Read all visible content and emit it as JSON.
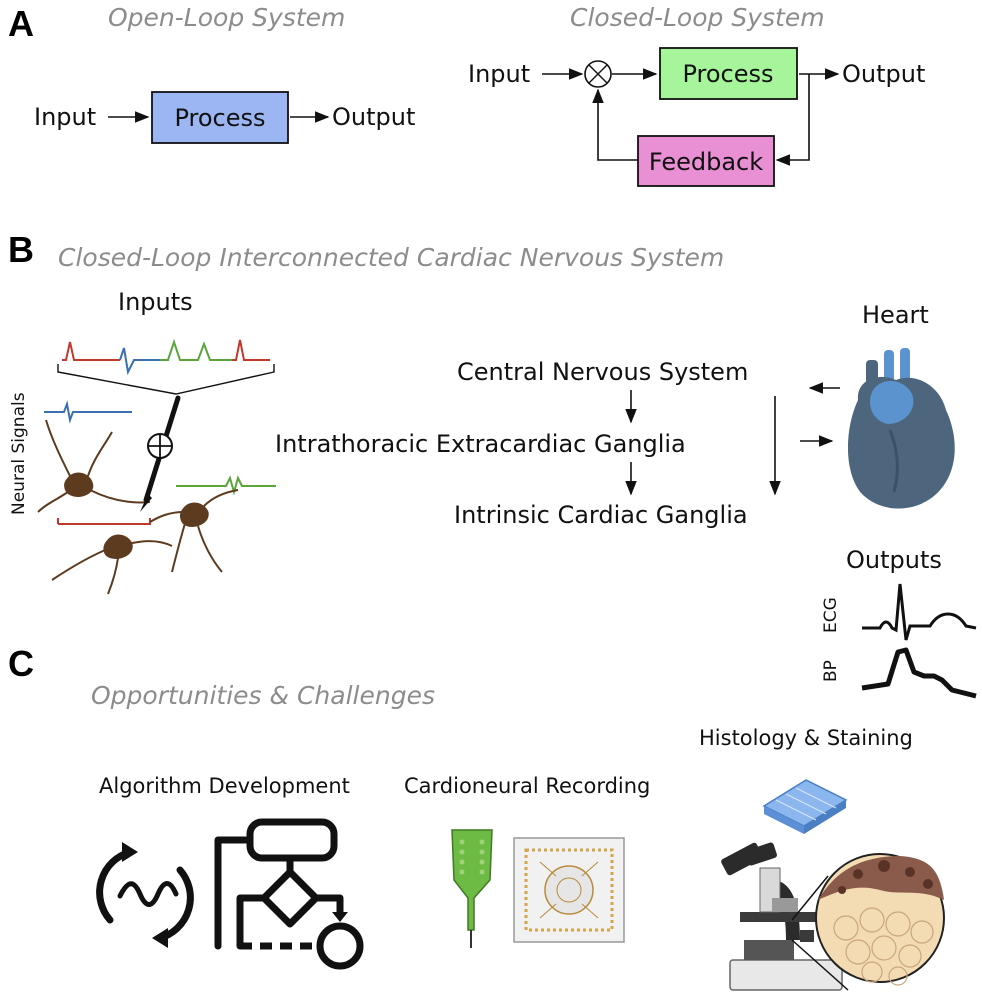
{
  "panels": {
    "a": {
      "letter": "A"
    },
    "b": {
      "letter": "B"
    },
    "c": {
      "letter": "C"
    }
  },
  "open_loop": {
    "title": "Open-Loop System",
    "input": "Input",
    "process": "Process",
    "output": "Output"
  },
  "closed_loop": {
    "title": "Closed-Loop System",
    "input": "Input",
    "process": "Process",
    "output": "Output",
    "feedback": "Feedback"
  },
  "cardiac": {
    "title": "Closed-Loop Interconnected Cardiac Nervous System",
    "inputs": "Inputs",
    "neural_signals": "Neural Signals",
    "cns": "Central Nervous System",
    "iceg": "Intrathoracic Extracardiac Ganglia",
    "icg": "Intrinsic Cardiac Ganglia",
    "heart": "Heart",
    "outputs": "Outputs",
    "ecg": "ECG",
    "bp": "BP"
  },
  "challenges": {
    "title": "Opportunities & Challenges",
    "algorithm": "Algorithm Development",
    "recording": "Cardioneural Recording",
    "histology": "Histology & Staining"
  },
  "colors": {
    "process_open": "#9bb6f2",
    "process_closed": "#a6f59a",
    "feedback": "#e98fd3",
    "heart_dark": "#4d667d",
    "heart_light": "#5b93cf",
    "neuron": "#5c3b1f",
    "signal_red": "#c0392b",
    "signal_blue": "#3a6fb0",
    "signal_green": "#5aa63a"
  }
}
